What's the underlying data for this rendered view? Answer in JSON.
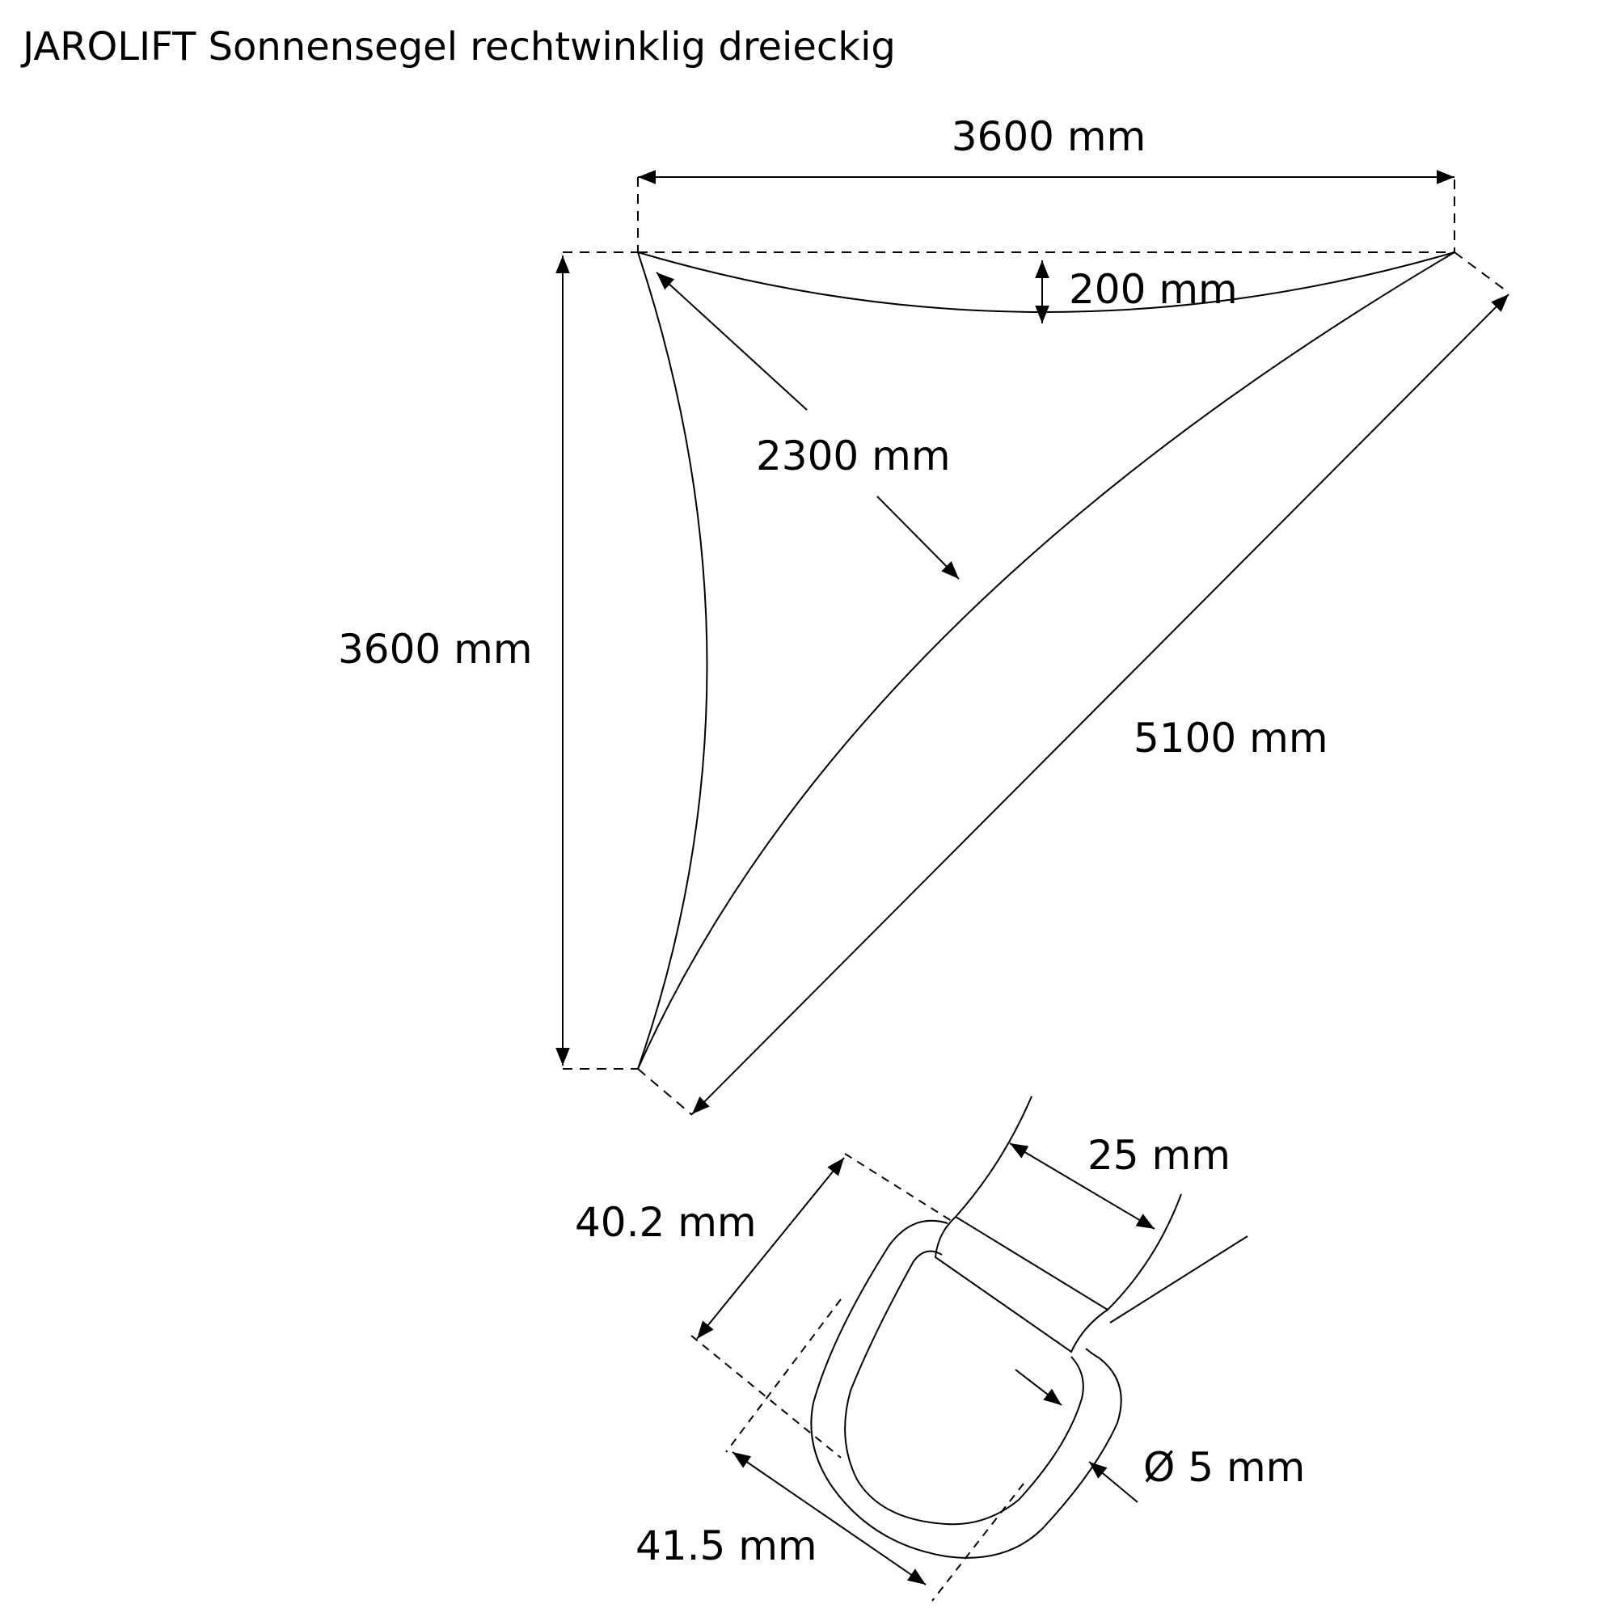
{
  "title": "JAROLIFT Sonnensegel rechtwinklig dreieckig",
  "sail": {
    "top_width": "3600 mm",
    "left_height": "3600 mm",
    "hypotenuse": "5100 mm",
    "top_sag": "200 mm",
    "hypotenuse_sag": "2300 mm"
  },
  "d_ring": {
    "height": "40.2 mm",
    "width": "41.5 mm",
    "strap_width": "25 mm",
    "wire_diameter": "Ø 5 mm"
  },
  "colors": {
    "line": "#000000",
    "background": "#ffffff"
  }
}
